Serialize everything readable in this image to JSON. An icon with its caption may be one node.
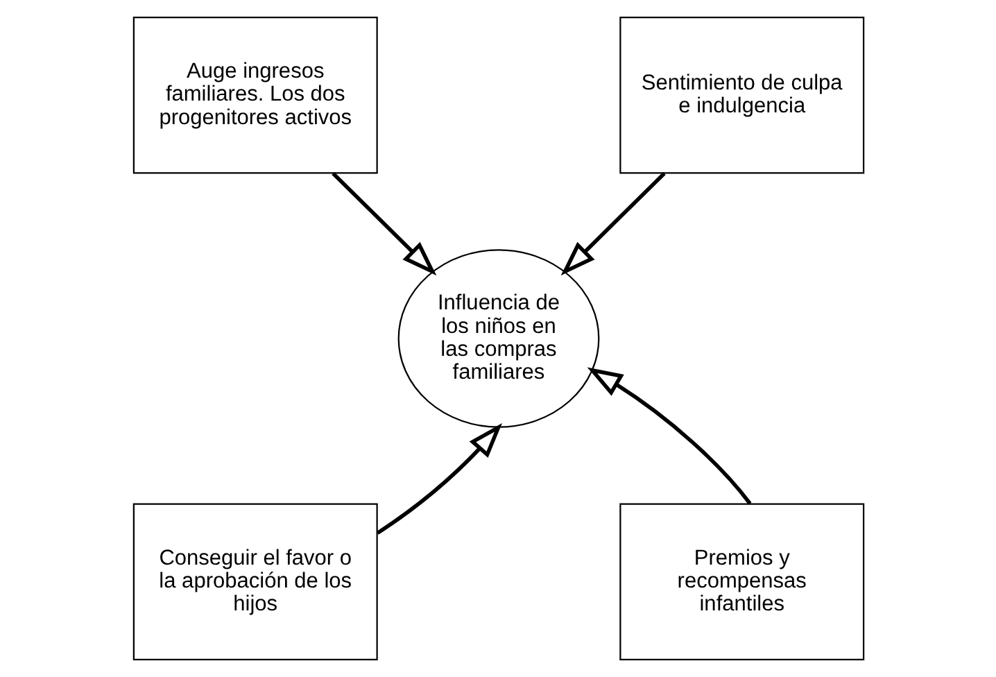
{
  "diagram": {
    "nodes": [
      {
        "text": [
          "Auge ingresos familiares. Los dos progenitores activos"
        ]
      },
      {
        "text": [
          "Sentimiento de culpa e indulgencia"
        ]
      },
      {
        "text": [
          "Influencia de los niños en las compras familiares"
        ]
      },
      {
        "text": [
          "Conseguir el favor o la aprobación de los hijos"
        ]
      },
      {
        "text": [
          "Premios y recompensas infantiles"
        ]
      }
    ],
    "edges": [
      {
        "from": 0,
        "to": 2,
        "arrow": "to"
      },
      {
        "from": 1,
        "to": 2,
        "arrow": "to"
      },
      {
        "from": 3,
        "to": 2,
        "arrow": "to"
      },
      {
        "from": 4,
        "to": 2,
        "arrow": "to"
      }
    ]
  }
}
